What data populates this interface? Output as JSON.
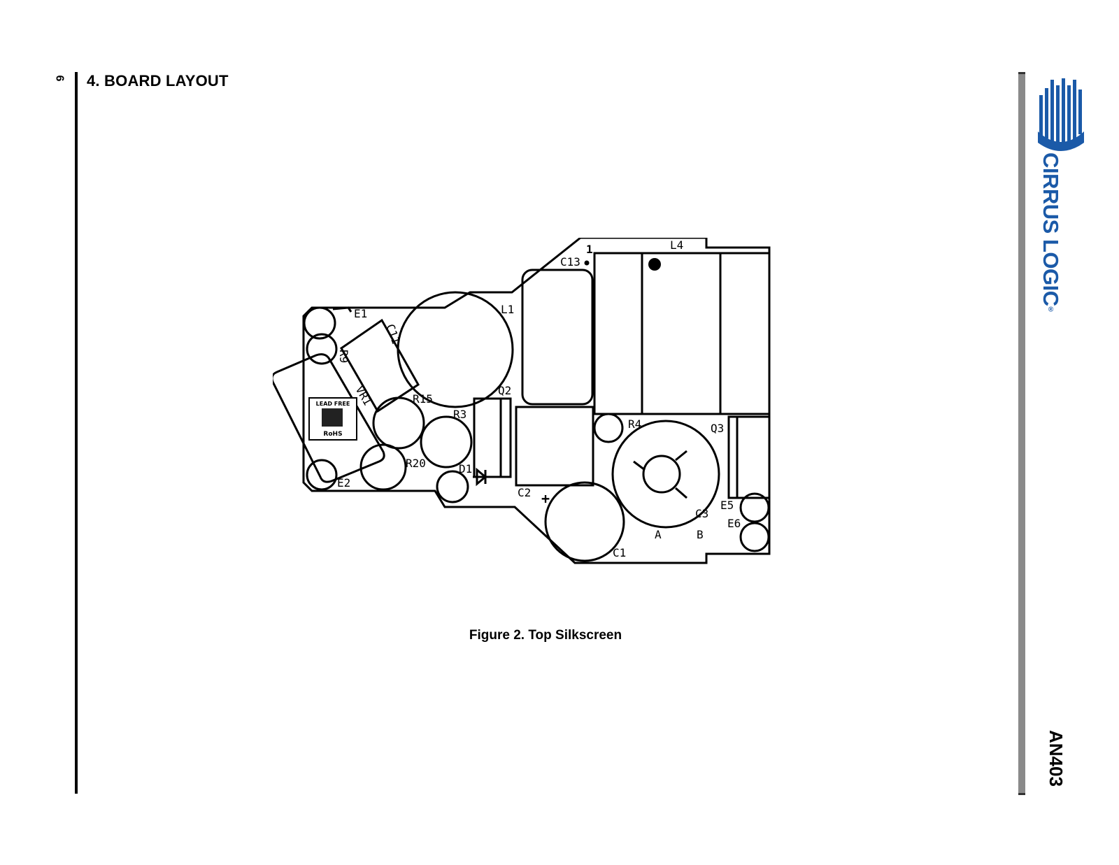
{
  "page": {
    "number": "6",
    "document_id": "AN403"
  },
  "heading": "4.  BOARD LAYOUT",
  "logo": {
    "text": "CIRRUS LOGIC",
    "registered": "®",
    "color": "#1b5aa8"
  },
  "figure": {
    "caption": "Figure 2.  Top Silkscreen",
    "labels": {
      "E1": "E1",
      "E2": "E2",
      "E5": "E5",
      "E6": "E6",
      "C11": "C11",
      "R9": "R9",
      "VR1": "VR1",
      "L1": "L1",
      "C13": "C13",
      "pin1": "1",
      "L4": "L4",
      "R15": "R15",
      "R3": "R3",
      "R20": "R20",
      "D1": "D1",
      "Q2": "Q2",
      "C2": "C2",
      "R4": "R4",
      "Q3": "Q3",
      "C3": "C3",
      "A": "A",
      "B": "B",
      "C1": "C1",
      "plus": "+"
    },
    "badge": {
      "line1": "LEAD FREE",
      "line2": "RoHS"
    }
  }
}
